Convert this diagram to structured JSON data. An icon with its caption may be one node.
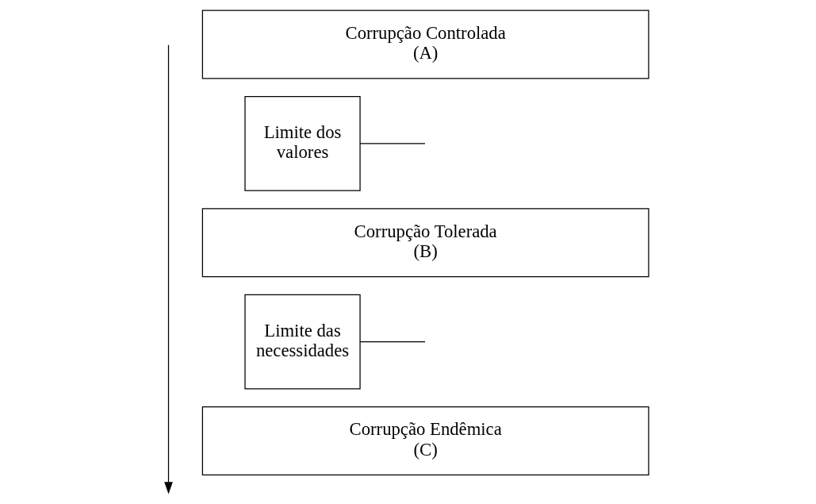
{
  "diagram": {
    "nodes": [
      {
        "text": [
          "Corrupção Controlada",
          "(A)"
        ]
      },
      {
        "text": [
          "Corrupção Tolerada",
          "(B)"
        ]
      },
      {
        "text": [
          "Corrupção Endêmica",
          "(C)"
        ]
      },
      {
        "text": [
          "Limite dos valores"
        ]
      },
      {
        "text": [
          "Limite das necessidades"
        ]
      }
    ],
    "edges": [
      {
        "from": 3,
        "to": null,
        "arrow": "none"
      },
      {
        "from": 4,
        "to": null,
        "arrow": "none"
      }
    ]
  }
}
